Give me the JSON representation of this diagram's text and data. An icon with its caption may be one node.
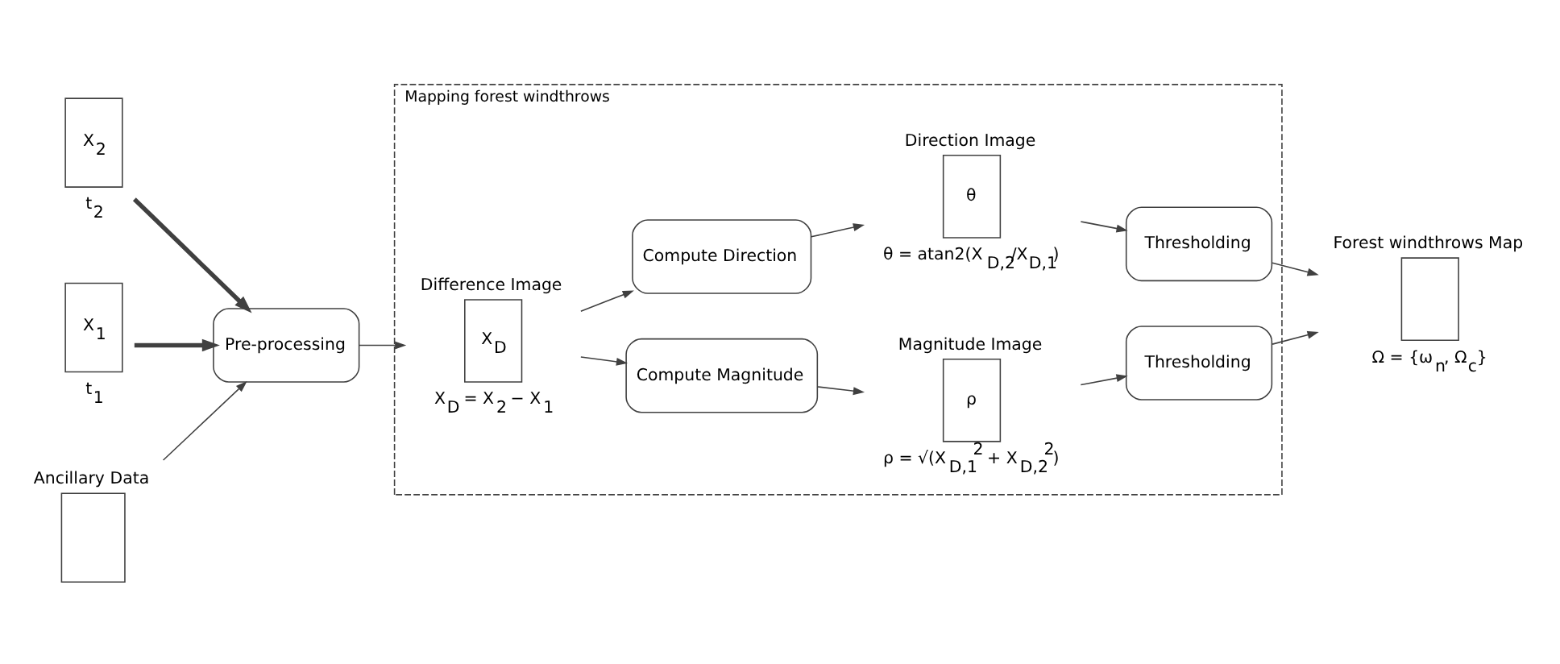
{
  "diagram": {
    "nodes": [
      {
        "text": [
          "X$_{2}$"
        ],
        "beside": [
          "t$_{2}$"
        ]
      },
      {
        "text": [
          "X$_{1}$"
        ],
        "beside": [
          "t$_{1}$"
        ]
      },
      {
        "text": [
          "Ancillary Data"
        ]
      },
      {
        "text": [
          "Pre-processing"
        ]
      },
      {
        "text": [
          "Mapping forest windthrows"
        ]
      },
      {
        "text": [
          "Difference Image",
          "X$_{D}$"
        ],
        "beside": [
          "X$_{D}$ = X$_{2}$ − X$_{1}$"
        ],
        "in": 4
      },
      {
        "text": [
          "Compute Magnitude"
        ],
        "in": 4
      },
      {
        "text": [
          "Compute Direction"
        ],
        "in": 4
      },
      {
        "text": [
          "Magnitude Image",
          "ρ"
        ],
        "beside": [
          "ρ = √(X$_{D,1}$$^{2}$ + X$_{D,2}$$^{2}$)"
        ],
        "in": 4
      },
      {
        "text": [
          "Direction Image",
          "θ"
        ],
        "beside": [
          "θ = atan2(X$_{D,2}$/X$_{D,1}$)"
        ],
        "in": 4
      },
      {
        "text": [
          "Thresholding"
        ],
        "in": 4
      },
      {
        "text": [
          "Thresholding"
        ],
        "in": 4
      },
      {
        "text": [
          "Forest windthrows Map"
        ],
        "beside": [
          "Ω = {ω$_{n}$, Ω$_{c}$}"
        ]
      }
    ],
    "edges": [
      {
        "from": 0,
        "to": 3,
        "arrow": "to",
        "style": "thick"
      },
      {
        "from": 1,
        "to": 3,
        "arrow": "to",
        "style": "thick"
      },
      {
        "from": 2,
        "to": 3,
        "arrow": "to"
      },
      {
        "from": 3,
        "to": 5,
        "arrow": "to"
      },
      {
        "from": 5,
        "to": 6,
        "arrow": "to"
      },
      {
        "from": 5,
        "to": 7,
        "arrow": "to"
      },
      {
        "from": 6,
        "to": 8,
        "arrow": "to"
      },
      {
        "from": 7,
        "to": 9,
        "arrow": "to"
      },
      {
        "from": 8,
        "to": 10,
        "arrow": "to"
      },
      {
        "from": 9,
        "to": 11,
        "arrow": "to"
      },
      {
        "from": 10,
        "to": 12,
        "arrow": "to"
      },
      {
        "from": 11,
        "to": 12,
        "arrow": "to"
      }
    ]
  }
}
